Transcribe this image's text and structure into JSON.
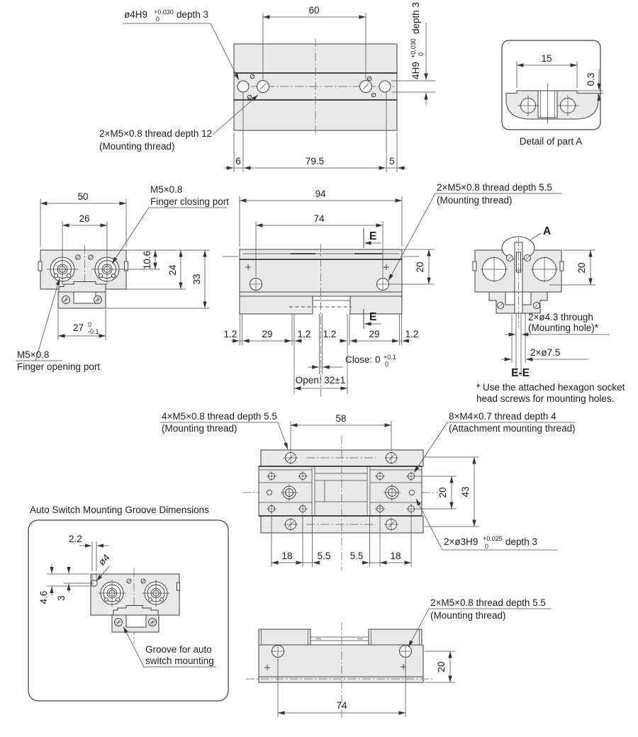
{
  "top_view": {
    "dim_top": "60",
    "dim_b1": "6",
    "dim_b2": "79.5",
    "dim_b3": "5",
    "hole": "ø4H9",
    "hole_tol_u": "+0.030",
    "hole_tol_l": "0",
    "hole_depth": "depth 3",
    "thread1": "2×M5×0.8 thread depth 12",
    "thread2": "(Mounting thread)",
    "side": "4H9",
    "side_tol_u": "+0.030",
    "side_tol_l": "0",
    "side_depth": "depth 3"
  },
  "detail_a": {
    "dim_w": "15",
    "dim_step": "0.3",
    "caption": "Detail of part A"
  },
  "front_view": {
    "dim_w": "50",
    "dim_ports": "26",
    "dim_h1": "10.6",
    "dim_h2": "24",
    "dim_h3": "33",
    "dim_jaw": "27",
    "jaw_tol_u": "0",
    "jaw_tol_l": "-0.1",
    "close1": "M5×0.8",
    "close2": "Finger closing port",
    "open1": "M5×0.8",
    "open2": "Finger opening port"
  },
  "side_view": {
    "dim_w": "94",
    "dim_span": "74",
    "sec": "E",
    "dim_h": "20",
    "db": [
      "1.2",
      "29",
      "1.2",
      "1.2",
      "29",
      "1.2"
    ],
    "close": "Close: 0",
    "close_u": "+0.1",
    "close_l": "0",
    "open": "Open: 32±1",
    "thread1": "2×M5×0.8 thread depth 5.5",
    "thread2": "(Mounting thread)"
  },
  "section_ee": {
    "mark": "A",
    "dim_h": "20",
    "h1": "2×ø4.3 through",
    "h2": "(Mounting hole)*",
    "h3": "2×ø7.5",
    "title": "E-E",
    "note1": "* Use the attached hexagon socket",
    "note2": "head screws for mounting holes."
  },
  "attach_view": {
    "thread1": "4×M5×0.8 thread depth 5.5",
    "thread2": "(Mounting thread)",
    "dim_top": "58",
    "attach1": "8×M4×0.7 thread depth 4",
    "attach2": "(Attachment mounting thread)",
    "dim_h1": "20",
    "dim_h2": "43",
    "pin": "2×ø3H9",
    "pin_u": "+0.025",
    "pin_l": "0",
    "pin_depth": "depth 3",
    "db": [
      "18",
      "5.5",
      "5.5",
      "18"
    ]
  },
  "auto_switch": {
    "title": "Auto Switch Mounting Groove Dimensions",
    "d1": "2.2",
    "d2": "ø4",
    "d3": "4.6",
    "d4": "3",
    "groove1": "Groove for auto",
    "groove2": "switch mounting"
  },
  "bottom_view": {
    "thread1": "2×M5×0.8 thread depth 5.5",
    "thread2": "(Mounting thread)",
    "dim_h": "20",
    "dim_w": "74"
  }
}
